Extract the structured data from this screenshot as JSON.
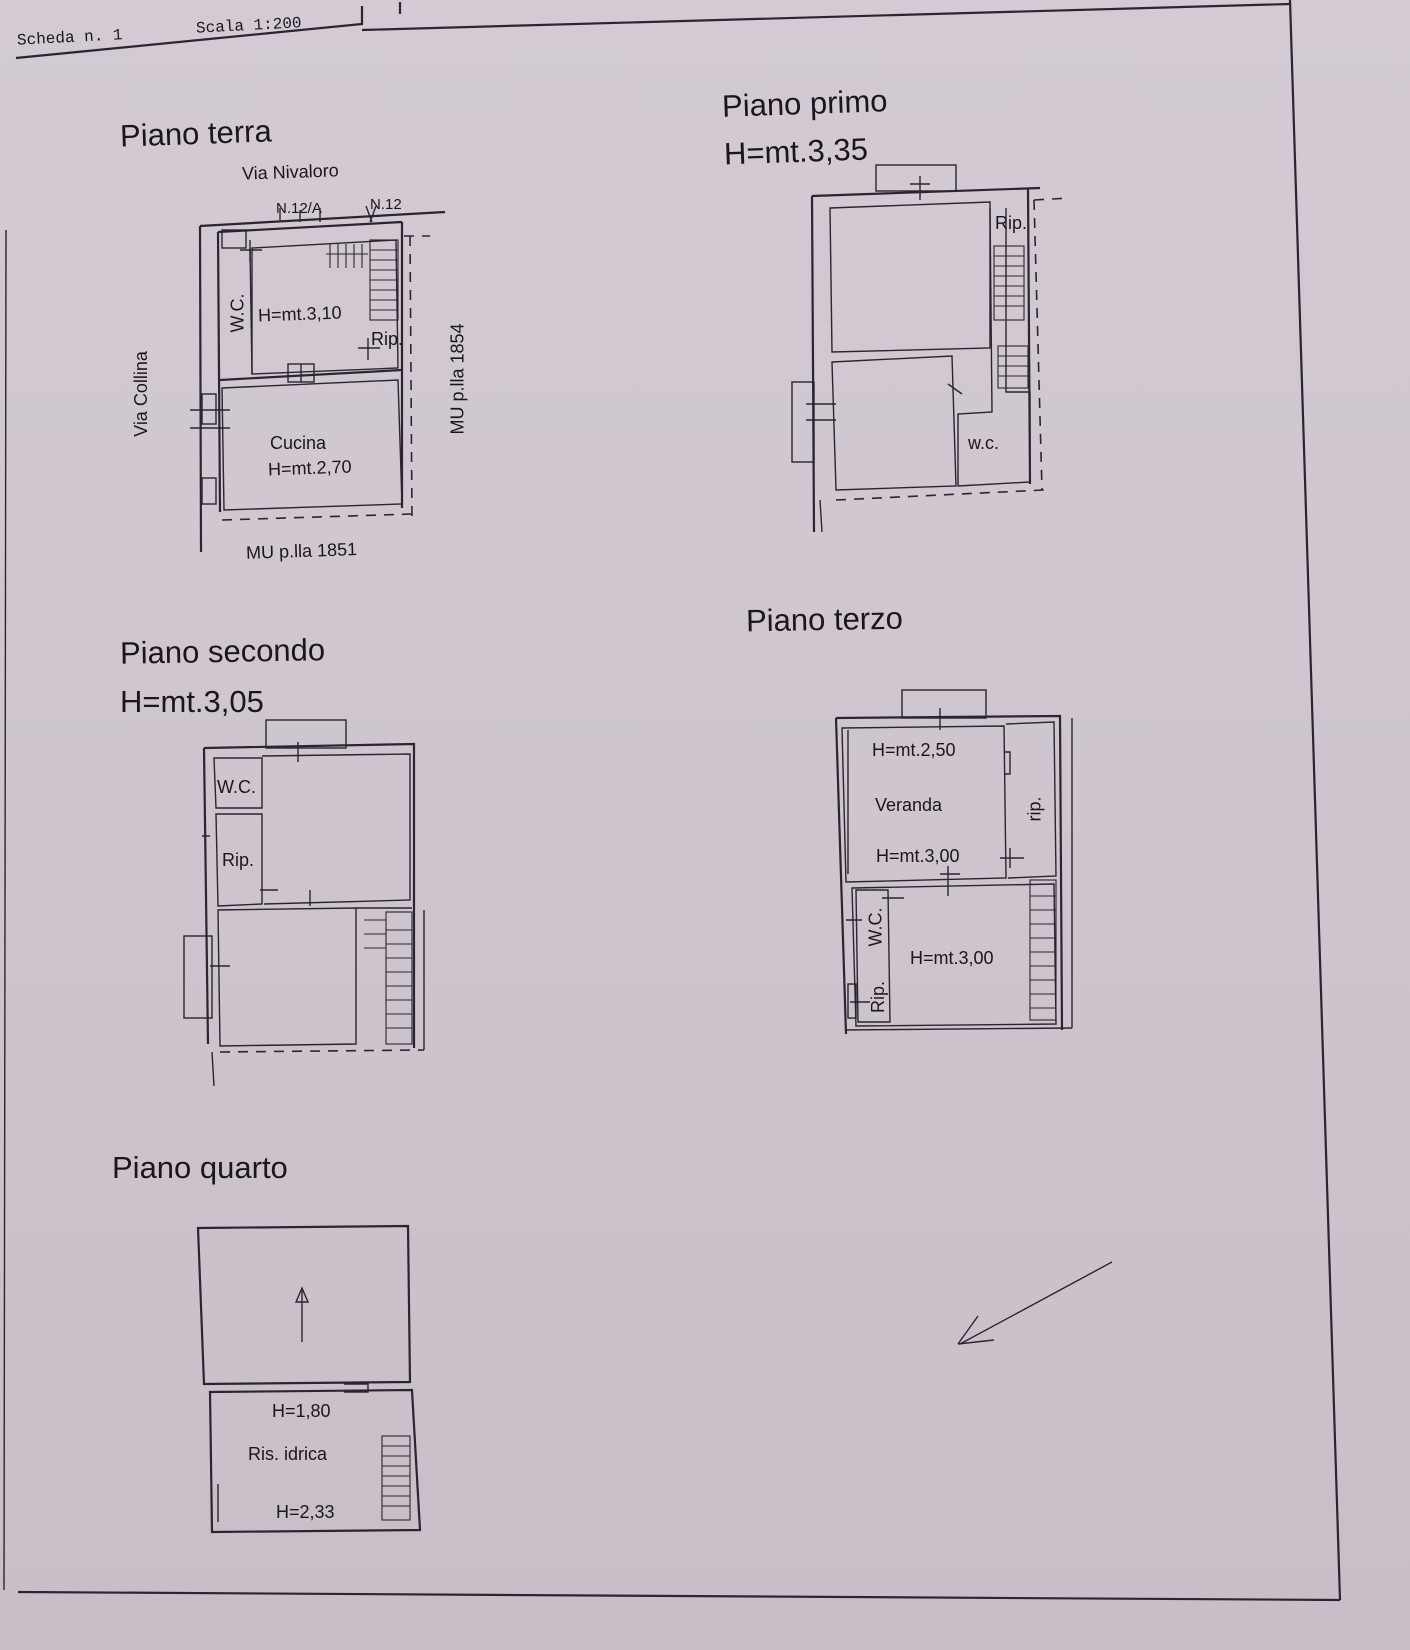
{
  "header": {
    "scheda": "Scheda n. 1",
    "scala": "Scala 1:200"
  },
  "piano_terra": {
    "title": "Piano terra",
    "street_top": "Via Nivaloro",
    "civic_a": "N.12/A",
    "civic_b": "N.12",
    "street_left": "Via Collina",
    "neighbor_right": "MU p.lla 1854",
    "neighbor_bottom": "MU p.lla 1851",
    "wc": "W.C.",
    "height_main": "H=mt.3,10",
    "rip": "Rip.",
    "cucina": "Cucina",
    "height_cucina": "H=mt.2,70"
  },
  "piano_primo": {
    "title": "Piano primo",
    "height": "H=mt.3,35",
    "rip": "Rip.",
    "wc": "w.c."
  },
  "piano_secondo": {
    "title": "Piano secondo",
    "height": "H=mt.3,05",
    "wc": "W.C.",
    "rip": "Rip."
  },
  "piano_terzo": {
    "title": "Piano terzo",
    "height_veranda_top": "H=mt.2,50",
    "veranda": "Veranda",
    "height_veranda_bottom": "H=mt.3,00",
    "rip_right": "rip.",
    "wc": "W.C.",
    "rip_left": "Rip.",
    "height_room": "H=mt.3,00"
  },
  "piano_quarto": {
    "title": "Piano quarto",
    "height_a": "H=1,80",
    "ris_idrica": "Ris. idrica",
    "height_b": "H=2,33"
  }
}
